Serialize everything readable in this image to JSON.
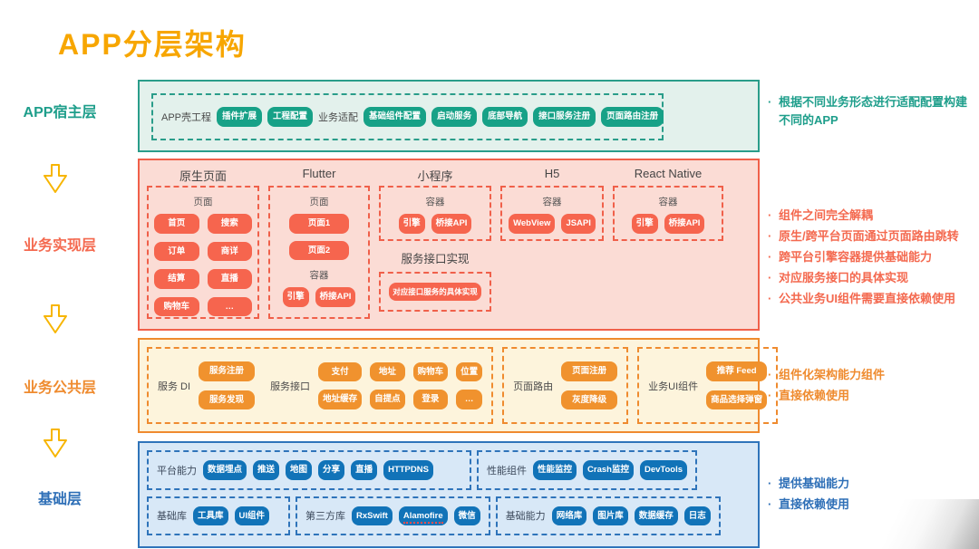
{
  "title": "APP分层架构",
  "side": {
    "host": "APP宿主层",
    "impl": "业务实现层",
    "common": "业务公共层",
    "foundation": "基础层"
  },
  "host_layer": {
    "shell_label": "APP壳工程",
    "shell_buttons": [
      "插件扩展",
      "工程配置"
    ],
    "adapt_label": "业务适配",
    "adapt_buttons": [
      "基础组件配置",
      "启动服务",
      "底部导航",
      "接口服务注册",
      "页面路由注册"
    ],
    "notes": [
      "根据不同业务形态进行适配配置构建不同的APP"
    ]
  },
  "impl_layer": {
    "native": {
      "title": "原生页面",
      "section": "页面",
      "buttons": [
        "首页",
        "搜索",
        "订单",
        "商详",
        "结算",
        "直播",
        "购物车",
        "…"
      ]
    },
    "flutter": {
      "title": "Flutter",
      "page_section": "页面",
      "pages": [
        "页面1",
        "页面2"
      ],
      "container_section": "容器",
      "containers": [
        "引擎",
        "桥接API"
      ]
    },
    "mini": {
      "title": "小程序",
      "container_section": "容器",
      "containers": [
        "引擎",
        "桥接API"
      ],
      "service_label": "服务接口实现",
      "service_button": "对应接口服务的具体实现"
    },
    "h5": {
      "title": "H5",
      "container_section": "容器",
      "containers": [
        "WebView",
        "JSAPI"
      ]
    },
    "rn": {
      "title": "React Native",
      "container_section": "容器",
      "containers": [
        "引擎",
        "桥接API"
      ]
    },
    "notes": [
      "组件之间完全解耦",
      "原生/跨平台页面通过页面路由跳转",
      "跨平台引擎容器提供基础能力",
      "对应服务接口的具体实现",
      "公共业务UI组件需要直接依赖使用"
    ]
  },
  "common_layer": {
    "service_di_label": "服务 DI",
    "service_di_buttons": [
      "服务注册",
      "服务发现"
    ],
    "service_api_label": "服务接口",
    "service_api_buttons": [
      "支付",
      "地址",
      "购物车",
      "位置",
      "地址缓存",
      "自提点",
      "登录",
      "…"
    ],
    "page_route_label": "页面路由",
    "page_route_buttons": [
      "页面注册",
      "灰度降级"
    ],
    "ui_label": "业务UI组件",
    "ui_buttons": [
      "推荐 Feed",
      "商品选择弹窗"
    ],
    "notes": [
      "组件化架构能力组件",
      "直接依赖使用"
    ]
  },
  "foundation_layer": {
    "platform_label": "平台能力",
    "platform_buttons": [
      "数据埋点",
      "推送",
      "地图",
      "分享",
      "直播",
      "HTTPDNS"
    ],
    "perf_label": "性能组件",
    "perf_buttons": [
      "性能监控",
      "Crash监控",
      "DevTools"
    ],
    "base_lib_label": "基础库",
    "base_lib_buttons": [
      "工具库",
      "UI组件"
    ],
    "third_party_label": "第三方库",
    "third_party_buttons": [
      "RxSwift",
      "Alamofire",
      "微信"
    ],
    "ability_label": "基础能力",
    "ability_buttons": [
      "网络库",
      "图片库",
      "数据缓存",
      "日志"
    ],
    "notes": [
      "提供基础能力",
      "直接依赖使用"
    ]
  },
  "colors": {
    "title": "#F7A600",
    "arrow": "#F7B500",
    "host_accent": "#1E9E8B",
    "impl_accent": "#F4694F",
    "common_accent": "#EF8B2F",
    "foundation_accent": "#2E6FB7"
  }
}
